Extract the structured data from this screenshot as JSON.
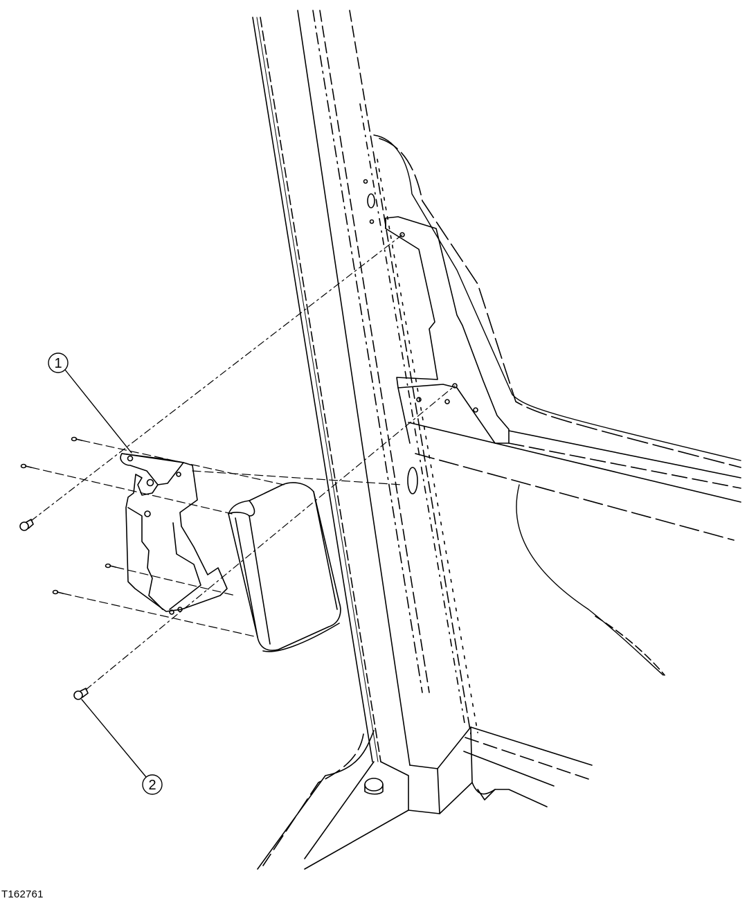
{
  "figure": {
    "id": "T162761",
    "callouts": [
      {
        "number": "1",
        "part": "bracket"
      },
      {
        "number": "2",
        "part": "bolt"
      }
    ]
  },
  "colors": {
    "line": "#000000",
    "background": "#ffffff"
  }
}
